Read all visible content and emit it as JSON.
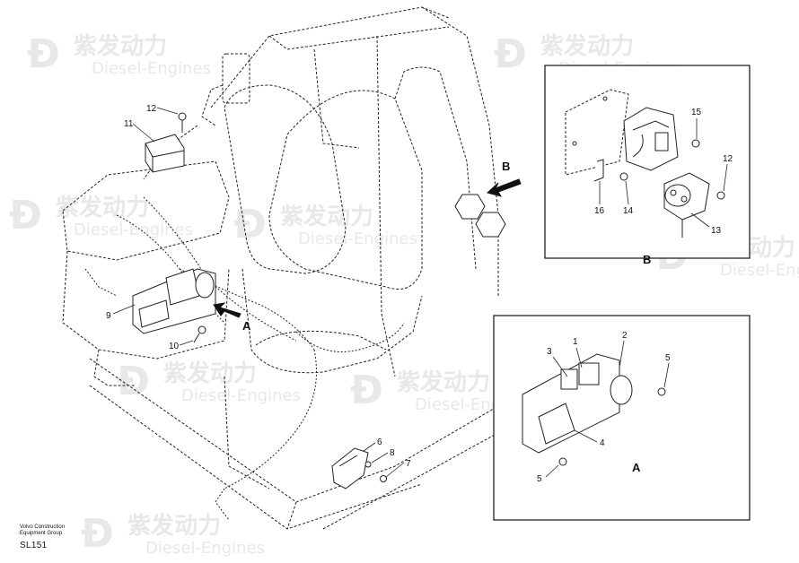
{
  "watermark": {
    "brand_cn": "紫发动力",
    "brand_en": "Diesel-Engines",
    "color": "#e6e6e6"
  },
  "footer": {
    "company_line1": "Volvo Construction",
    "company_line2": "Equipment Group",
    "drawing_code": "SL151"
  },
  "view_labels": {
    "a_arrow": "A",
    "b_arrow": "B",
    "detail_a": "A",
    "detail_b": "B"
  },
  "callouts": {
    "main": [
      "12",
      "11",
      "9",
      "10",
      "6",
      "8",
      "7"
    ],
    "detail_b": [
      "15",
      "12",
      "16",
      "14",
      "13"
    ],
    "detail_a": [
      "3",
      "1",
      "2",
      "5",
      "4",
      "5"
    ]
  },
  "colors": {
    "line": "#222222",
    "frame": "#111111"
  }
}
